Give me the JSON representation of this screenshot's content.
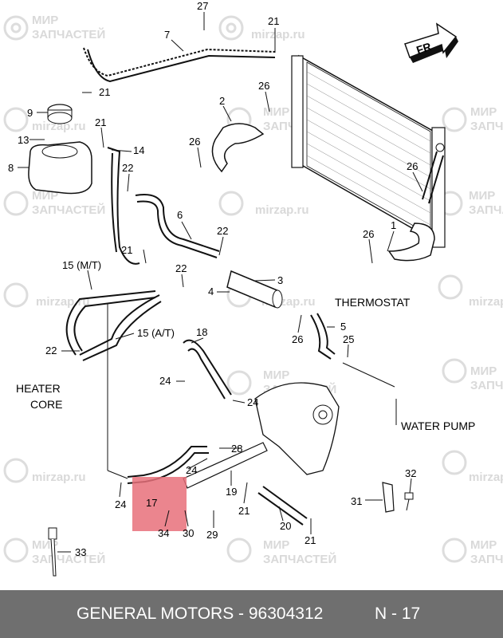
{
  "callouts": {
    "c27": "27",
    "c7": "7",
    "c21a": "21",
    "c21b": "21",
    "c9": "9",
    "c13": "13",
    "c21c": "21",
    "c14": "14",
    "c8": "8",
    "c22a": "22",
    "c26a": "26",
    "c2": "2",
    "c26b": "26",
    "c6": "6",
    "c21d": "21",
    "c22b": "22",
    "c26c": "26",
    "c26d": "26",
    "c1": "1",
    "c15mt": "15 (M/T)",
    "c22c": "22",
    "c3": "3",
    "c4": "4",
    "c15at": "15 (A/T)",
    "c5": "5",
    "c26e": "26",
    "c25": "25",
    "c18": "18",
    "c22d": "22",
    "c24a": "24",
    "c24b": "24",
    "c28": "28",
    "c24c": "24",
    "c24d": "24",
    "c17": "17",
    "c19": "19",
    "c21e": "21",
    "c32": "32",
    "c31": "31",
    "c20": "20",
    "c34": "34",
    "c30": "30",
    "c29": "29",
    "c21f": "21",
    "c33": "33"
  },
  "captions": {
    "thermostat": "THERMOSTAT",
    "heater_core_line1": "HEATER",
    "heater_core_line2": "CORE",
    "water_pump": "WATER PUMP",
    "fr": "FR"
  },
  "watermarks": {
    "ru_line1": "МИР",
    "ru_line2": "ЗАПЧАСТЕЙ",
    "site": "mirzap.ru"
  },
  "highlight": {
    "color": "#e8707a",
    "opacity": 0.85
  },
  "footer": {
    "maker_part": "GENERAL MOTORS - 96304312",
    "page_ref": "N - 17"
  }
}
